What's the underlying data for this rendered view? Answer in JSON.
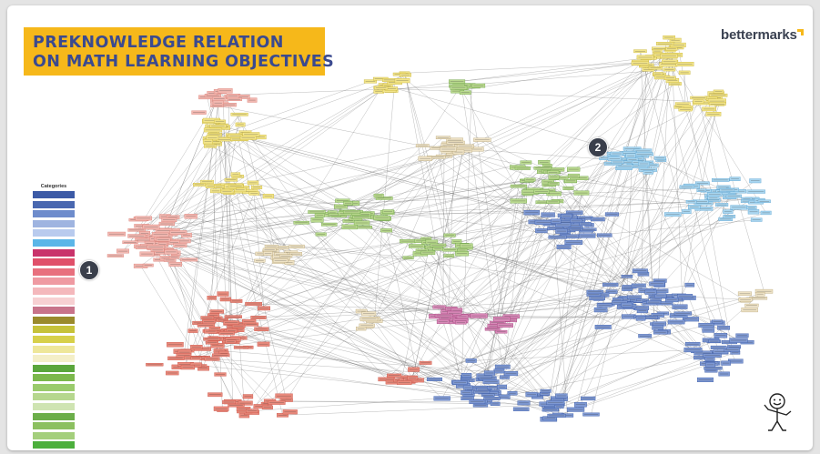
{
  "title": {
    "line1": "PREKNOWLEDGE RELATION",
    "line2": "ON MATH LEARNING OBJECTIVES"
  },
  "brand": "bettermarks",
  "markers": [
    "1",
    "2"
  ],
  "legend": {
    "title": "Categories",
    "categories": [
      {
        "color": "#3c5aa6"
      },
      {
        "color": "#4a68b0"
      },
      {
        "color": "#6e8ccc"
      },
      {
        "color": "#9fb4e0"
      },
      {
        "color": "#b9cbee"
      },
      {
        "color": "#5bb6e8"
      },
      {
        "color": "#c9336b"
      },
      {
        "color": "#e0506a"
      },
      {
        "color": "#e8707e"
      },
      {
        "color": "#ef9aa2"
      },
      {
        "color": "#f4b8bc"
      },
      {
        "color": "#f7d0d2"
      },
      {
        "color": "#c8738a"
      },
      {
        "color": "#9a8a2c"
      },
      {
        "color": "#c6c23a"
      },
      {
        "color": "#d7d04a"
      },
      {
        "color": "#eee79a"
      },
      {
        "color": "#f4efc8"
      },
      {
        "color": "#5aa63c"
      },
      {
        "color": "#7cb84c"
      },
      {
        "color": "#9acb6c"
      },
      {
        "color": "#b6d78e"
      },
      {
        "color": "#cfe4b2"
      },
      {
        "color": "#6cae4a"
      },
      {
        "color": "#8cc060"
      },
      {
        "color": "#a4cf7c"
      },
      {
        "color": "#4caf3c"
      },
      {
        "color": "#b0b0b0"
      }
    ]
  },
  "clusters": [
    {
      "name": "pink",
      "color": "#f2b7b0",
      "edge": "#d9827a"
    },
    {
      "name": "red",
      "color": "#e98a7c",
      "edge": "#c9554a"
    },
    {
      "name": "yellow",
      "color": "#f3e58a",
      "edge": "#c9b53a"
    },
    {
      "name": "green",
      "color": "#b9d98e",
      "edge": "#6fa14a"
    },
    {
      "name": "cream",
      "color": "#efe3c6",
      "edge": "#b8a77a"
    },
    {
      "name": "lightblue",
      "color": "#a9d6f0",
      "edge": "#5fa4cf"
    },
    {
      "name": "blue",
      "color": "#7e98d2",
      "edge": "#3b5aa6"
    },
    {
      "name": "magenta",
      "color": "#d889b8",
      "edge": "#a2427a"
    }
  ]
}
